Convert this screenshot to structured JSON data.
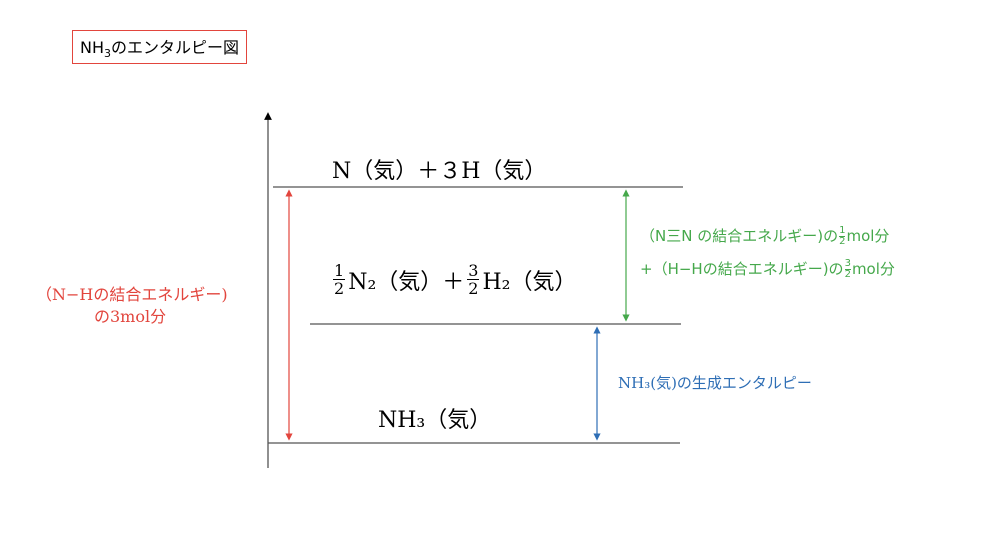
{
  "title": {
    "prefix": "NH",
    "sub": "3",
    "suffix": "のエンタルピー図"
  },
  "levels": {
    "top": "N（気）＋３H（気）",
    "mid": {
      "n_num": "1",
      "n_den": "2",
      "n_text": "N₂（気）＋",
      "h_num": "3",
      "h_den": "2",
      "h_text": "H₂（気）"
    },
    "bottom": "NH₃（気）"
  },
  "labels": {
    "red_line1": "（N−Hの結合エネルギー)",
    "red_line2": "の3mol分",
    "green_line1_text": "（N三N の結合エネルギー)の",
    "green_line1_num": "1",
    "green_line1_den": "2",
    "green_line1_unit": "mol分",
    "green_line2_text": "+（H−Hの結合エネルギー)の",
    "green_line2_num": "3",
    "green_line2_den": "2",
    "green_line2_unit": "mol分",
    "blue": "NH₃(気)の生成エンタルピー"
  },
  "colors": {
    "red": "#e2453d",
    "green": "#45a84b",
    "blue": "#2e6eb5",
    "axis": "#555555"
  }
}
